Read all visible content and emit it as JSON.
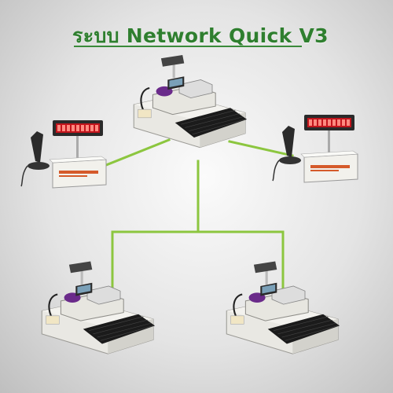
{
  "title": "ระบบ Network Quick V3",
  "colors": {
    "link": "#8cc63f",
    "title": "#2f7f2f",
    "terminal_body": "#ecebe6",
    "display_screen": "#c2141c",
    "keyboard": "#1b1b1b"
  },
  "nodes": [
    {
      "id": "main-pos-terminal",
      "icon": "pos-terminal-icon"
    },
    {
      "id": "left-display-terminal",
      "icon": "pole-display-terminal-icon"
    },
    {
      "id": "right-display-terminal",
      "icon": "pole-display-terminal-icon"
    },
    {
      "id": "bottom-left-pos-terminal",
      "icon": "pos-terminal-icon"
    },
    {
      "id": "bottom-right-pos-terminal",
      "icon": "pos-terminal-icon"
    }
  ]
}
